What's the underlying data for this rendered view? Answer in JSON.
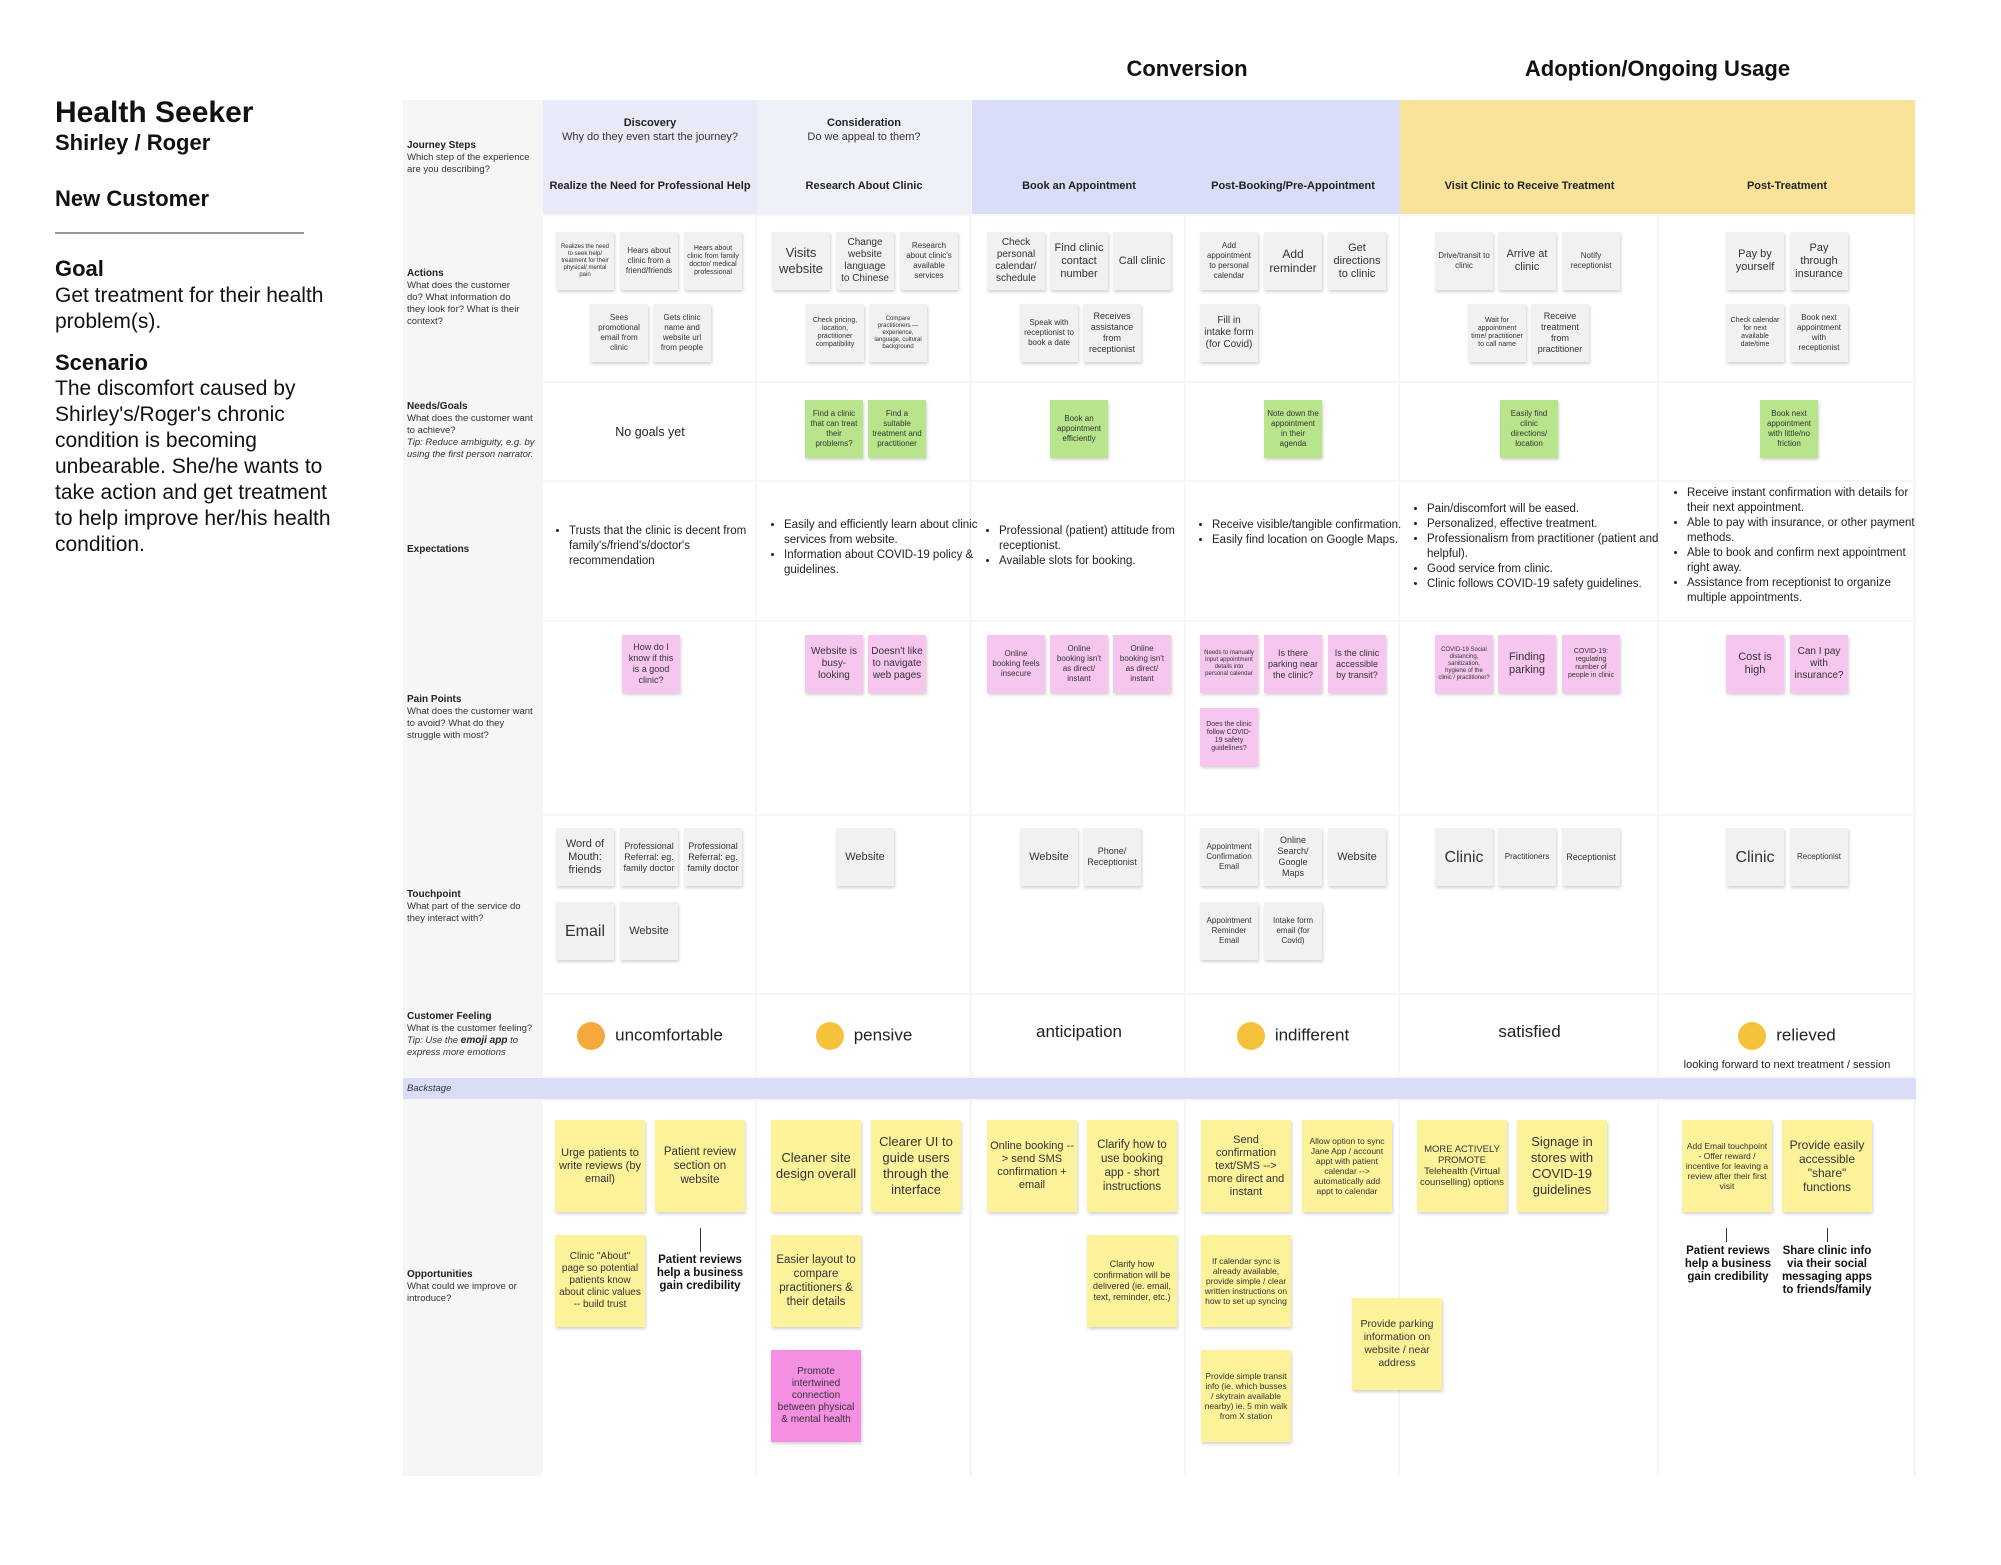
{
  "persona": {
    "title": "Health Seeker",
    "names": "Shirley / Roger",
    "type": "New Customer",
    "goal_heading": "Goal",
    "goal": "Get treatment for their health problem(s).",
    "scenario_heading": "Scenario",
    "scenario": "The discomfort caused by Shirley's/Roger's chronic condition is becoming unbearable. She/he wants to take action and get treatment to help improve her/his health condition."
  },
  "phases": [
    "Conversion",
    "Adoption/Ongoing Usage"
  ],
  "colors": {
    "discovery": "#e9eaf7",
    "consideration": "#eef2f8",
    "conversion": "#d9ddf7",
    "adoption": "#f9e39a",
    "green": "#b8e58b",
    "pink": "#f6c6ee",
    "yellow": "#fbf29a",
    "hotpink": "#f58fe2",
    "card": "#f1f1f1"
  },
  "row_labels": {
    "journey": {
      "title": "Journey Steps",
      "desc": "Which step of the experience are you describing?"
    },
    "actions": {
      "title": "Actions",
      "desc": "What does the customer do? What information do they look for? What is their context?"
    },
    "needs": {
      "title": "Needs/Goals",
      "desc": "What does the customer want to achieve?",
      "tip": "Tip: Reduce ambiguity, e.g. by using the first person narrator."
    },
    "expectations": {
      "title": "Expectations"
    },
    "pain": {
      "title": "Pain Points",
      "desc": "What does the customer want to avoid? What do they struggle with most?"
    },
    "touchpoint": {
      "title": "Touchpoint",
      "desc": "What part of the service do they interact with?"
    },
    "feeling": {
      "title": "Customer Feeling",
      "desc": "What is the customer feeling?",
      "tip_pre": "Tip: Use the ",
      "tip_bold": "emoji app",
      "tip_post": " to express more emotions"
    },
    "backstage": {
      "title": "Backstage"
    },
    "opportunities": {
      "title": "Opportunities",
      "desc": "What could we improve or introduce?"
    }
  },
  "columns": [
    {
      "phase_title": "Discovery",
      "phase_sub": "Why do they even start the journey?",
      "step": "Realize the Need for Professional Help"
    },
    {
      "phase_title": "Consideration",
      "phase_sub": "Do we appeal to them?",
      "step": "Research About Clinic"
    },
    {
      "phase_title": "",
      "phase_sub": "",
      "step": "Book an Appointment"
    },
    {
      "phase_title": "",
      "phase_sub": "",
      "step": "Post-Booking/Pre-Appointment"
    },
    {
      "phase_title": "",
      "phase_sub": "",
      "step": "Visit Clinic to Receive Treatment"
    },
    {
      "phase_title": "",
      "phase_sub": "",
      "step": "Post-Treatment"
    }
  ],
  "actions": [
    [
      "Realizes the need to seek help/ treatment for their physical/ mental pain",
      "Hears about clinic from a friend/friends",
      "Hears about clinic from family doctor/ medical professional",
      "Sees promotional email from clinic",
      "Gets clinic name and website url from people"
    ],
    [
      "Visits website",
      "Change website language to Chinese",
      "Research about clinic's available services",
      "Check pricing, location, practitioner compatibility",
      "Compare practitioners — experience, language, cultural background"
    ],
    [
      "Check personal calendar/ schedule",
      "Find clinic contact number",
      "Call clinic",
      "Speak with receptionist to book a date",
      "Receives assistance from receptionist"
    ],
    [
      "Add appointment to personal calendar",
      "Add reminder",
      "Get directions to clinic",
      "Fill in intake form (for Covid)"
    ],
    [
      "Drive/transit to clinic",
      "Arrive at clinic",
      "Notify receptionist",
      "Wait for appointment time/ practitioner to call name",
      "Receive treatment from practitioner"
    ],
    [
      "Pay by yourself",
      "Pay through insurance",
      "Check calendar for next available date/time",
      "Book next appointment with receptionist"
    ]
  ],
  "needs": [
    [],
    [
      "Find a clinic that can treat their problems?",
      "Find a suitable treatment and practitioner"
    ],
    [
      "Book an appointment efficiently"
    ],
    [
      "Note down the appointment in their agenda"
    ],
    [
      "Easily find clinic directions/ location"
    ],
    [
      "Book next appointment with little/no friction"
    ]
  ],
  "needs_text_col0": "No goals yet",
  "expectations": [
    [
      "Trusts that the clinic is decent from family's/friend's/doctor's recommendation"
    ],
    [
      "Easily and efficiently learn about clinic services from website.",
      "Information about COVID-19 policy & guidelines."
    ],
    [
      "Professional (patient) attitude from receptionist.",
      "Available slots for booking."
    ],
    [
      "Receive visible/tangible confirmation.",
      "Easily find location on Google Maps."
    ],
    [
      "Pain/discomfort will be eased.",
      "Personalized, effective treatment.",
      "Professionalism from practitioner (patient and helpful).",
      "Good service from clinic.",
      "Clinic follows COVID-19 safety guidelines."
    ],
    [
      "Receive instant confirmation with details for their next appointment.",
      "Able to pay with insurance, or other payment methods.",
      "Able to book and confirm next appointment right away.",
      "Assistance from receptionist to organize multiple appointments."
    ]
  ],
  "pains": [
    [
      "How do I know if this is a good clinic?"
    ],
    [
      "Website is busy-looking",
      "Doesn't like to navigate web pages"
    ],
    [
      "Online booking feels insecure",
      "Online booking isn't as direct/ instant",
      "Online booking isn't as direct/ instant"
    ],
    [
      "Needs to manually input appointment details into personal calendar",
      "Is there parking near the clinic?",
      "Is the clinic accessible by transit?",
      "Does the clinic follow COVID-19 safety guidelines?"
    ],
    [
      "COVID-19 Social distancing, sanitization, hygiene of the clinic / practitioner?",
      "Finding parking",
      "COVID-19: regulating number of people in clinic"
    ],
    [
      "Cost is high",
      "Can I pay with insurance?"
    ]
  ],
  "touchpoints": [
    [
      "Word of Mouth: friends",
      "Professional Referral: eg. family doctor",
      "Professional Referral: eg. family doctor",
      "Email",
      "Website"
    ],
    [
      "Website"
    ],
    [
      "Website",
      "Phone/ Receptionist"
    ],
    [
      "Appointment Confirmation Email",
      "Online Search/ Google Maps",
      "Website",
      "Appointment Reminder Email",
      "Intake form email (for Covid)"
    ],
    [
      "Clinic",
      "Practitioners",
      "Receptionist"
    ],
    [
      "Clinic",
      "Receptionist"
    ]
  ],
  "feelings": [
    "uncomfortable",
    "pensive",
    "anticipation",
    "indifferent",
    "satisfied",
    "relieved"
  ],
  "feeling_note": "looking forward to next treatment / session",
  "opportunities": {
    "c0": [
      "Urge patients to write reviews (by email)",
      "Patient review section on website",
      "Clinic \"About\" page so potential patients know about clinic values -- build trust"
    ],
    "c0_note": "Patient reviews help a business gain credibility",
    "c1": [
      "Cleaner site design overall",
      "Clearer UI to guide users through the interface",
      "Easier layout to compare practitioners & their details",
      "Promote intertwined connection between physical & mental health"
    ],
    "c2": [
      "Online booking --> send SMS confirmation + email",
      "Clarify how to use booking app - short instructions",
      "Clarify how confirmation will be delivered (ie. email, text, reminder, etc.)"
    ],
    "c3": [
      "Send confirmation text/SMS --> more direct and instant",
      "Allow option to sync Jane App / account appt with patient calendar --> automatically add appt to calendar",
      "If calendar sync is already available, provide simple / clear written instructions on how to set up syncing",
      "Provide simple transit info (ie. which busses / skytrain available nearby) ie. 5 min walk from X station",
      "Provide parking information on website / near address"
    ],
    "c4": [
      "MORE ACTIVELY PROMOTE Telehealth (Virtual counselling) options",
      "Signage in stores with COVID-19 guidelines"
    ],
    "c5": [
      "Add Email touchpoint - Offer reward / incentive for leaving a review after their first visit",
      "Provide easily accessible \"share\" functions"
    ],
    "c5_notes": [
      "Patient reviews help a business gain credibility",
      "Share clinic info via their social messaging apps to friends/family"
    ]
  }
}
